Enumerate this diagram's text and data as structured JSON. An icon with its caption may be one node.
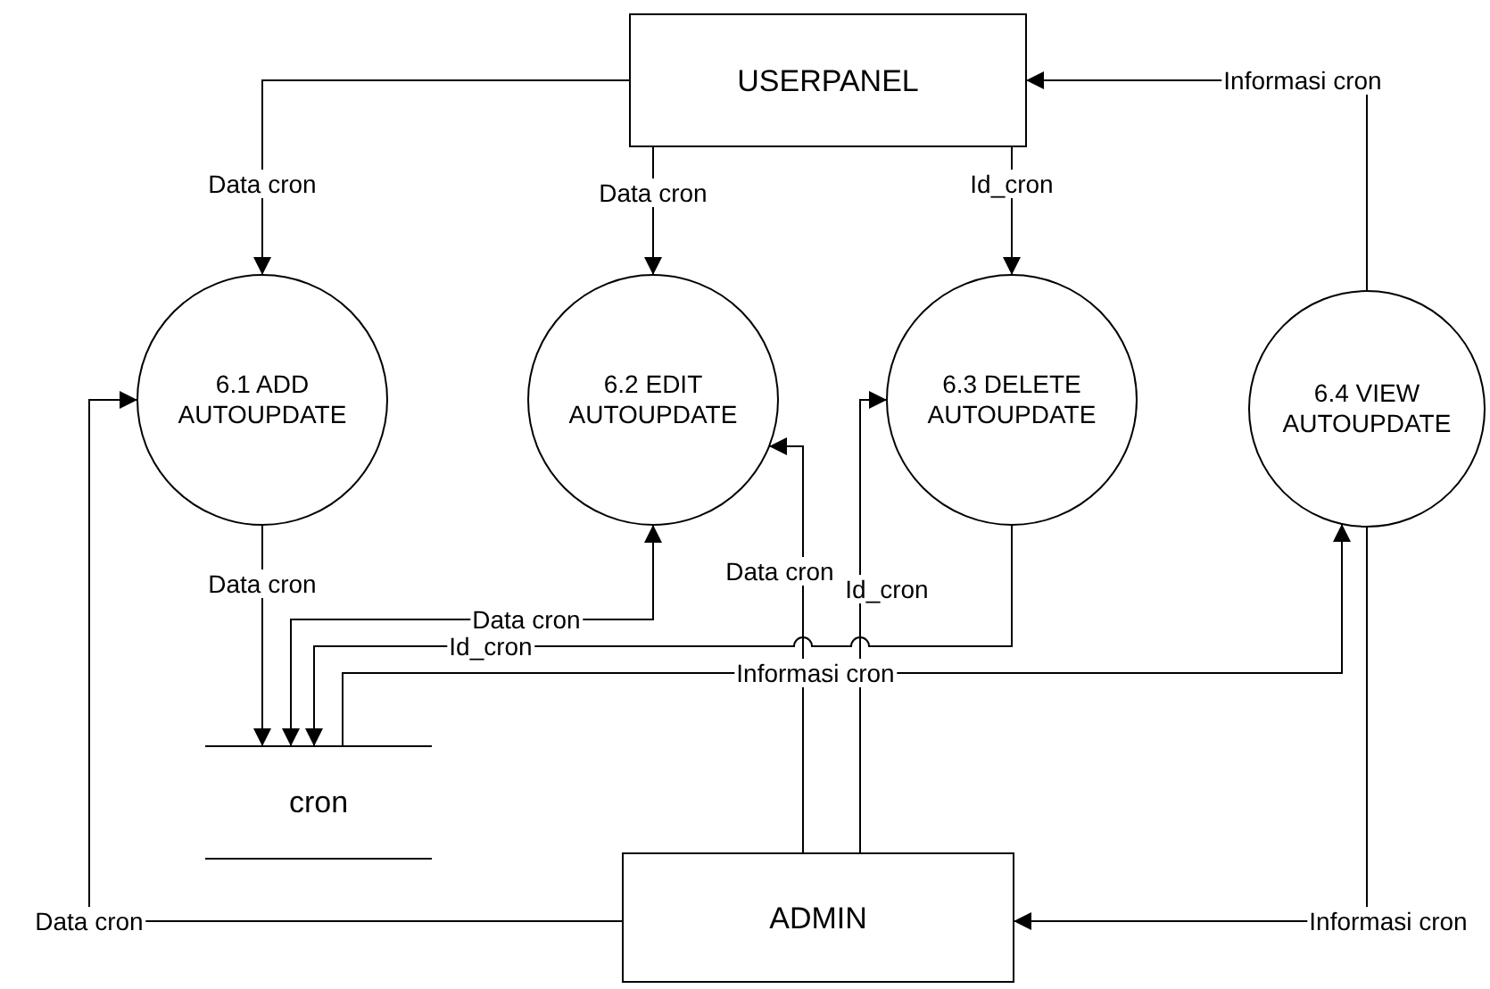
{
  "diagram": {
    "nodes": [
      {
        "text": [
          "USERPANEL"
        ]
      },
      {
        "text": [
          "6.1 ADD AUTOUPDATE"
        ]
      },
      {
        "text": [
          "6.2 EDIT AUTOUPDATE"
        ]
      },
      {
        "text": [
          "6.3 DELETE AUTOUPDATE"
        ]
      },
      {
        "text": [
          "6.4 VIEW AUTOUPDATE"
        ]
      },
      {
        "text": [
          "cron"
        ]
      },
      {
        "text": [
          "ADMIN"
        ]
      }
    ],
    "edges": [
      {
        "from": 0,
        "to": 1,
        "arrow": "to",
        "label": "Data cron"
      },
      {
        "from": 0,
        "to": 2,
        "arrow": "to",
        "label": "Data cron"
      },
      {
        "from": 0,
        "to": 3,
        "arrow": "to",
        "label": "Id_cron"
      },
      {
        "from": 4,
        "to": 0,
        "arrow": "to",
        "label": "Informasi cron"
      },
      {
        "from": 1,
        "to": 5,
        "arrow": "to",
        "label": "Data cron"
      },
      {
        "from": 5,
        "to": 2,
        "arrow": "both",
        "label": "Data cron"
      },
      {
        "from": 3,
        "to": 5,
        "arrow": "to",
        "label": "Id_cron"
      },
      {
        "from": 5,
        "to": 4,
        "arrow": "to",
        "label": "Informasi cron"
      },
      {
        "from": 6,
        "to": 2,
        "arrow": "to",
        "label": "Data cron"
      },
      {
        "from": 6,
        "to": 3,
        "arrow": "to",
        "label": "Id_cron"
      },
      {
        "from": 6,
        "to": 1,
        "arrow": "to",
        "label": "Data cron"
      },
      {
        "from": 4,
        "to": 6,
        "arrow": "to",
        "label": "Informasi cron"
      }
    ]
  }
}
